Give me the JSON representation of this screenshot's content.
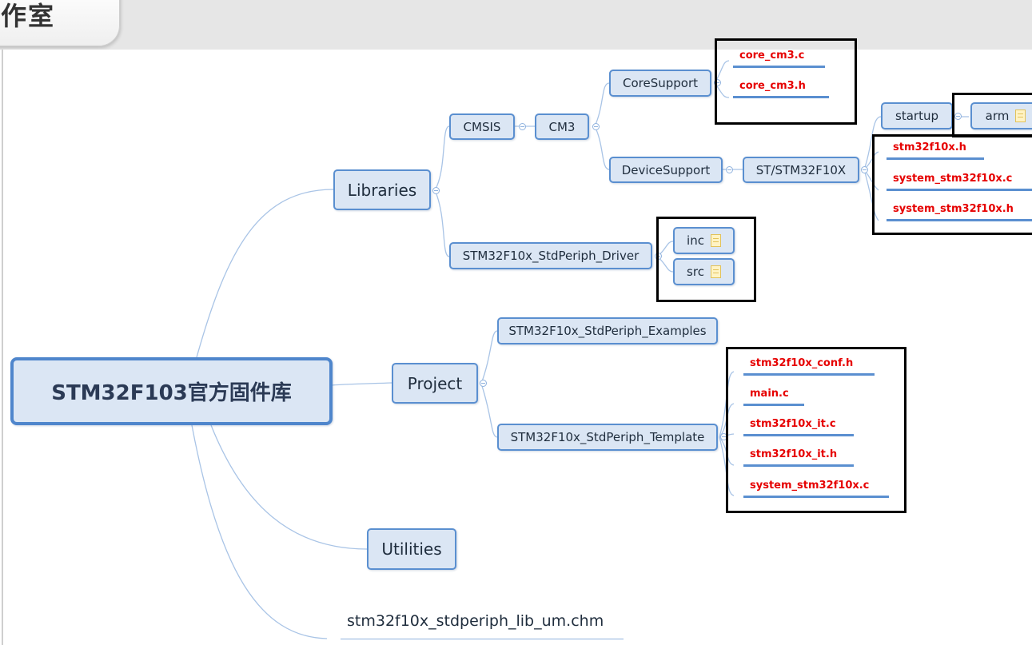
{
  "window": {
    "tab_title": "作室"
  },
  "mindmap": {
    "central": "STM32F103官方固件库",
    "libraries": "Libraries",
    "cmsis": "CMSIS",
    "cm3": "CM3",
    "core_support": "CoreSupport",
    "core_files": [
      "core_cm3.c",
      "core_cm3.h"
    ],
    "device_support": "DeviceSupport",
    "st_stm32f10x": "ST/STM32F10X",
    "startup": "startup",
    "arm": "arm",
    "device_files": [
      "stm32f10x.h",
      "system_stm32f10x.c",
      "system_stm32f10x.h"
    ],
    "stdperiph_driver": "STM32F10x_StdPeriph_Driver",
    "inc": "inc",
    "src": "src",
    "project": "Project",
    "examples": "STM32F10x_StdPeriph_Examples",
    "template": "STM32F10x_StdPeriph_Template",
    "template_files": [
      "stm32f10x_conf.h",
      "main.c",
      "stm32f10x_it.c",
      "stm32f10x_it.h",
      "system_stm32f10x.c"
    ],
    "utilities": "Utilities",
    "chm_file": "stm32f10x_stdperiph_lib_um.chm"
  },
  "colors": {
    "node_fill": "#dbe6f4",
    "node_border": "#5a8fd0",
    "highlight_text": "#e60000",
    "connector": "#a9c4e6"
  }
}
